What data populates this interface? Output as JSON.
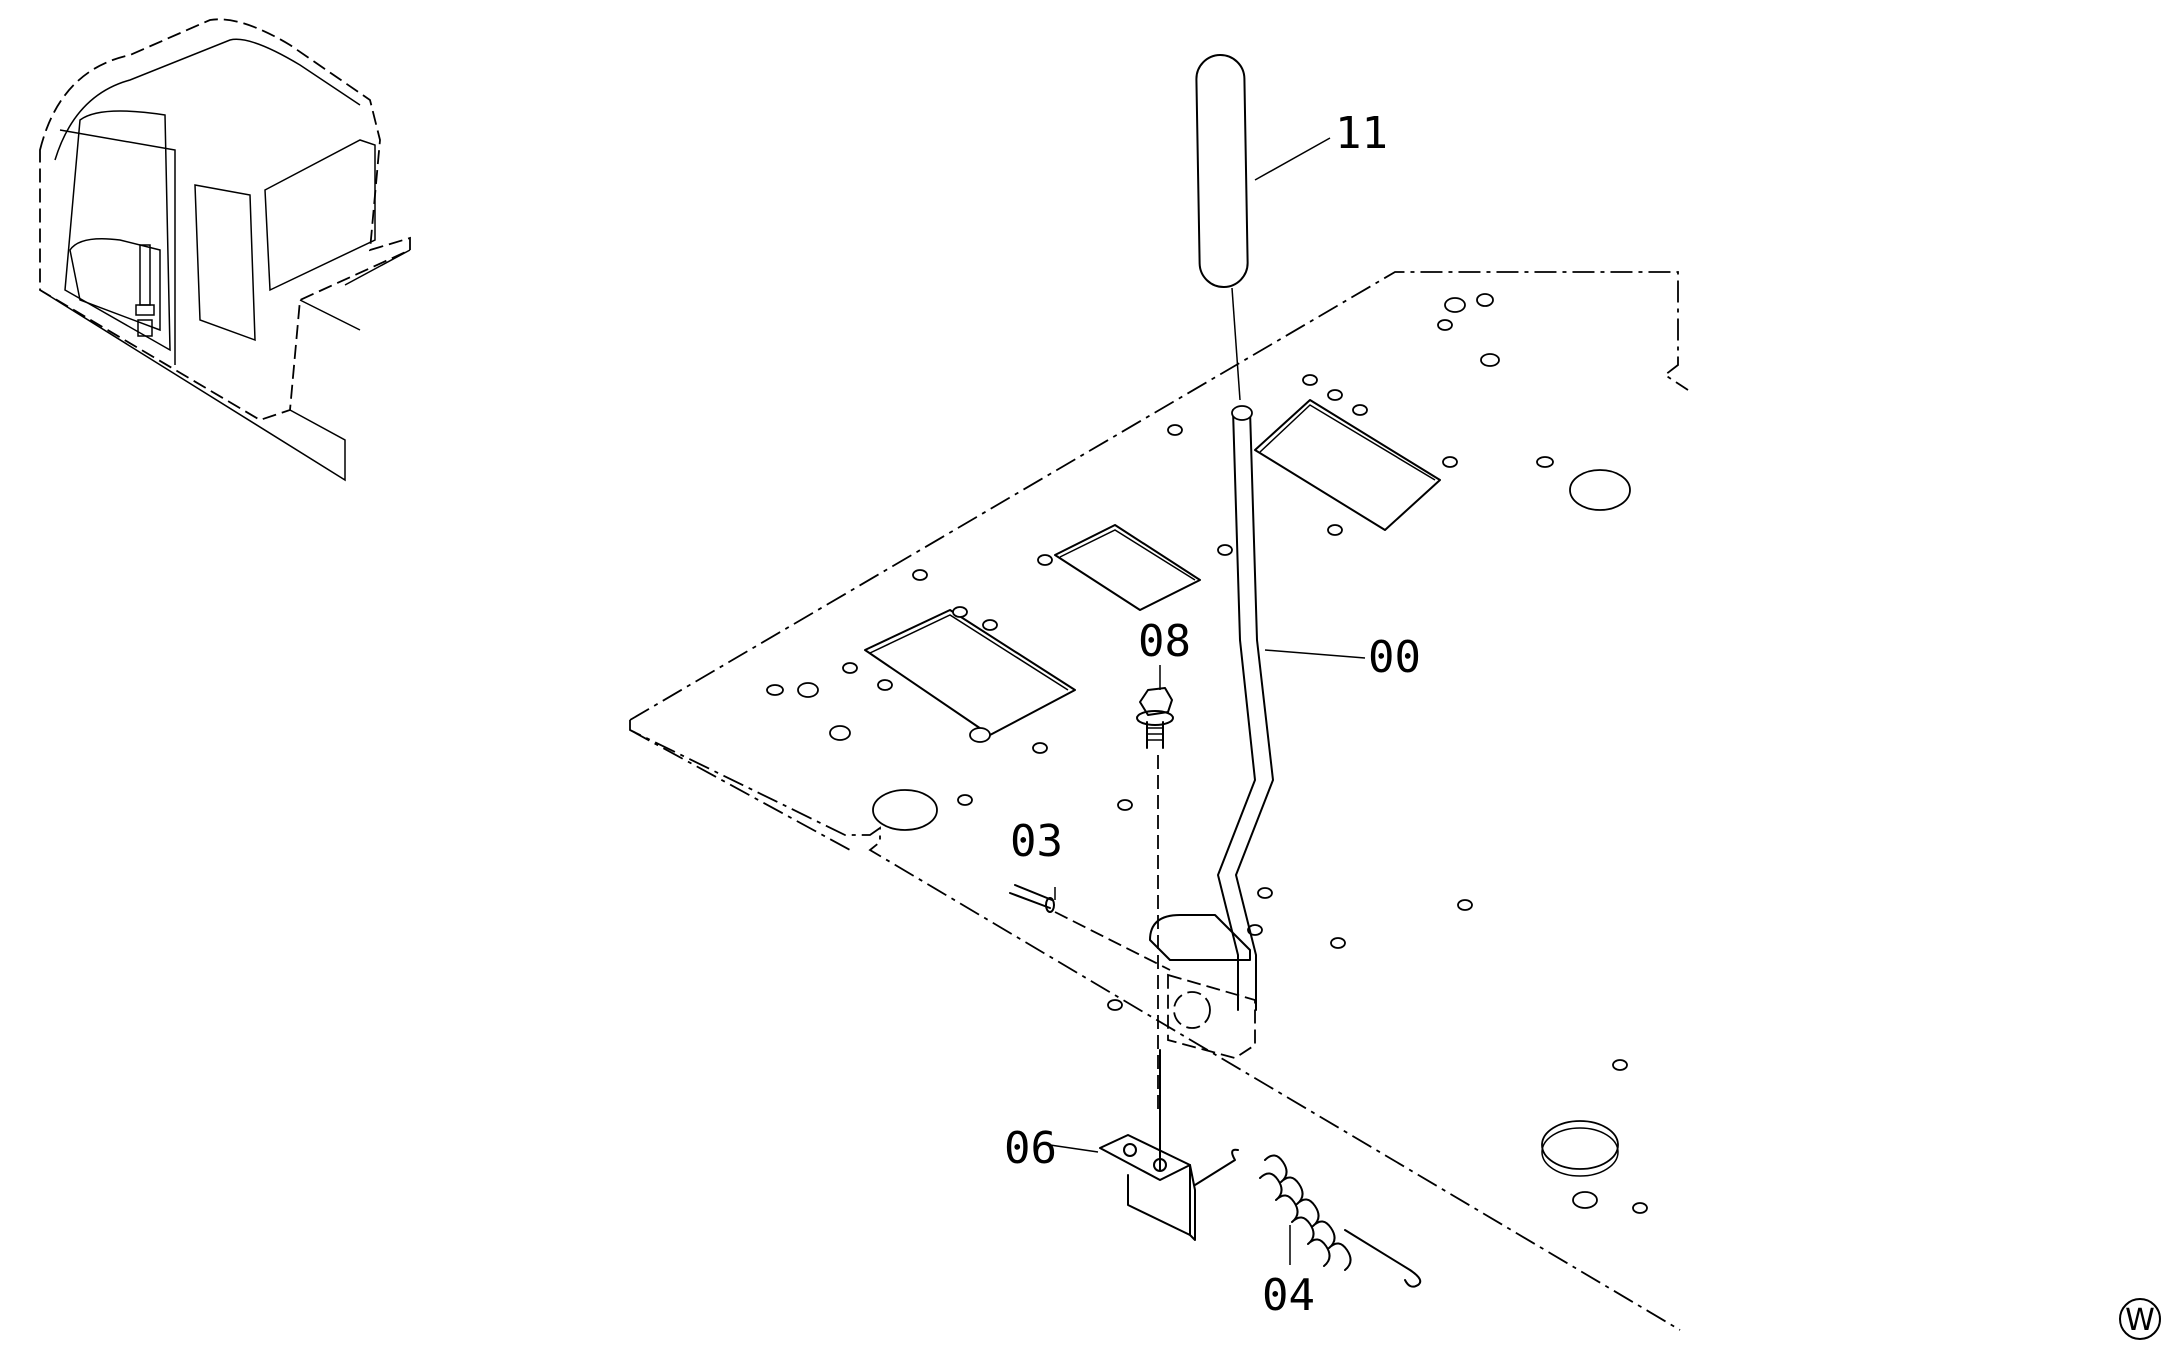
{
  "diagram": {
    "callouts": [
      {
        "id": "11",
        "label": "11"
      },
      {
        "id": "00",
        "label": "00"
      },
      {
        "id": "08",
        "label": "08"
      },
      {
        "id": "03",
        "label": "03"
      },
      {
        "id": "06",
        "label": "06"
      },
      {
        "id": "04",
        "label": "04"
      }
    ],
    "corner_mark": "W",
    "icons": [
      "excavator-cab-inset-icon",
      "floor-plate-icon",
      "control-lever-icon",
      "lever-grip-icon",
      "bolt-icon",
      "pin-icon",
      "bracket-icon",
      "spring-icon"
    ]
  }
}
